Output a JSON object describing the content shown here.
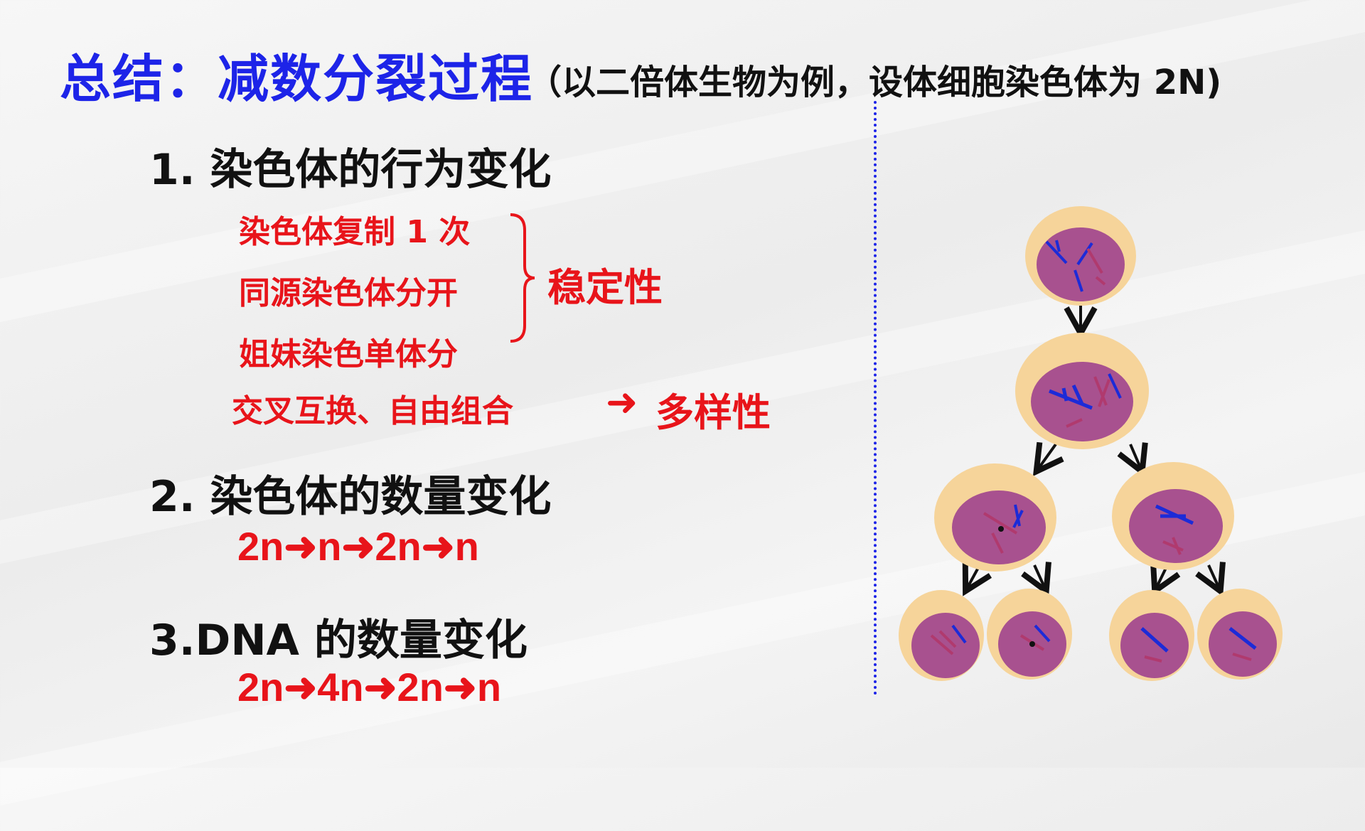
{
  "title": {
    "main": "总结：减数分裂过程",
    "sub": "（以二倍体生物为例，设体细胞染色体为 2N)"
  },
  "section1": {
    "heading": "1. 染色体的行为变化",
    "items": [
      "染色体复制 1 次",
      "同源染色体分开",
      "姐妹染色单体分"
    ],
    "stability_label": "稳定性",
    "diversity_item": "交叉互换、自由组合",
    "arrow": "➜",
    "diversity_label": "多样性"
  },
  "section2": {
    "heading": "2. 染色体的数量变化",
    "formula": "2n➜n➜2n➜n"
  },
  "section3": {
    "heading": "3.DNA 的数量变化",
    "formula": "2n➜4n➜2n➜n"
  },
  "colors": {
    "title_blue": "#1d24e8",
    "emphasis_red": "#e8141a",
    "cell_outer": "#f6d49a",
    "cell_inner": "#a8518f",
    "chromosome_blue": "#1c2bd8",
    "chromosome_purple": "#b03a6e"
  }
}
